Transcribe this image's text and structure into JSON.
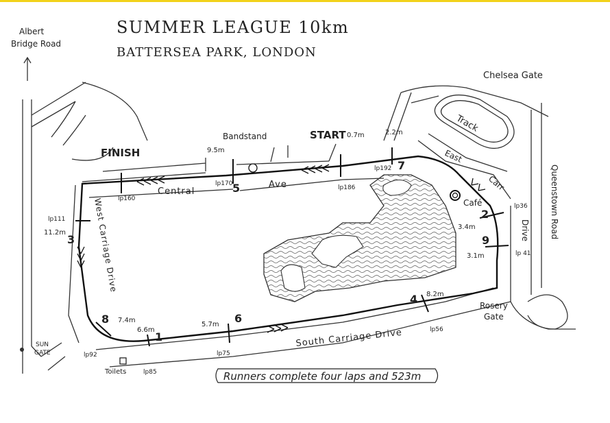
{
  "header": {
    "title": "SUMMER LEAGUE  10km",
    "subtitle": "BATTERSEA PARK, LONDON"
  },
  "accent_color": "#f2d21b",
  "labels": {
    "albert1": "Albert",
    "albert2": "Bridge Road",
    "chelsea_gate": "Chelsea Gate",
    "track": "Track",
    "east": "East",
    "carr": "Carr",
    "cafe": "Café",
    "drive_east": "Drive",
    "queenstown": "Queenstown Road",
    "rosery1": "Rosery",
    "rosery2": "Gate",
    "south_carriage": "South  Carriage  Drive",
    "west_carriage": "West  Carriage  Drive",
    "central": "Central",
    "ave": "Ave",
    "bandstand": "Bandstand",
    "start": "START",
    "finish": "FINISH",
    "sun1": "SUN",
    "sun2": "GATE",
    "toilets": "Toilets",
    "note": "Runners complete four laps and 523m"
  },
  "markers": {
    "m1": "1",
    "m2": "2",
    "m3": "3",
    "m4": "4",
    "m5": "5",
    "m6": "6",
    "m7": "7",
    "m8": "8",
    "m9": "9"
  },
  "distances": {
    "d07": "0.7m",
    "d22": "2.2m",
    "d95": "9.5m",
    "d112": "11.2m",
    "d34": "3.4m",
    "d31": "3.1m",
    "d82": "8.2m",
    "d74": "7.4m",
    "d66": "6.6m",
    "d57": "5.7m"
  },
  "lamp_posts": {
    "lp111": "lp111",
    "lp160": "lp160",
    "lp170": "lp170",
    "lp186": "lp186",
    "lp192": "lp192",
    "lp36": "lp36",
    "lp41": "lp 41",
    "lp56": "lp56",
    "lp75": "lp75",
    "lp85": "lp85",
    "lp92": "lp92"
  }
}
